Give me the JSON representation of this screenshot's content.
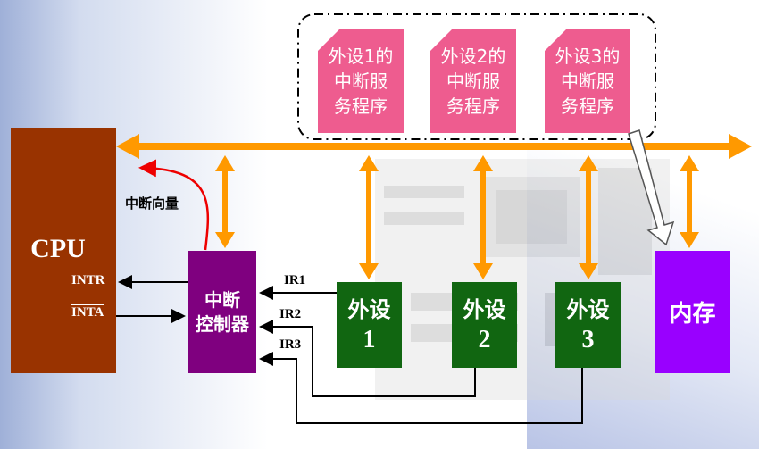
{
  "cpu": {
    "title": "CPU",
    "pin_intr": "INTR",
    "pin_inta": "INTA"
  },
  "controller": {
    "line1": "中断",
    "line2": "控制器"
  },
  "vector_label": "中断向量",
  "peripherals": [
    {
      "name": "外设",
      "number": "1"
    },
    {
      "name": "外设",
      "number": "2"
    },
    {
      "name": "外设",
      "number": "3"
    }
  ],
  "memory": {
    "label": "内存"
  },
  "isr_programs": [
    {
      "line1": "外设1的",
      "line2": "中断服",
      "line3": "务程序"
    },
    {
      "line1": "外设2的",
      "line2": "中断服",
      "line3": "务程序"
    },
    {
      "line1": "外设3的",
      "line2": "中断服",
      "line3": "务程序"
    }
  ],
  "ir_lines": [
    "IR1",
    "IR2",
    "IR3"
  ],
  "colors": {
    "bus": "#ff9900",
    "cpu": "#993300",
    "controller": "#7f007f",
    "peripheral": "#116611",
    "memory": "#9900ff",
    "isr": "#ee5c8f",
    "vector_arrow": "#ee0000"
  }
}
